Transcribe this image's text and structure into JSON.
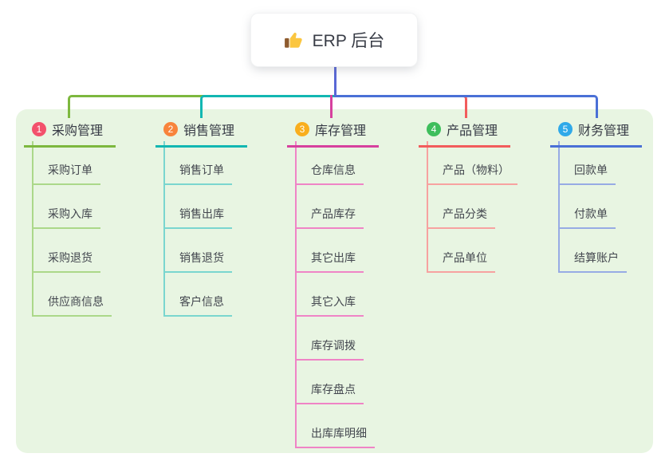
{
  "canvas": {
    "background": "#FFFFFF",
    "panel_background": "#E8F5E2"
  },
  "root": {
    "title": "ERP 后台",
    "icon": "thumbs-up-icon",
    "connector_color": "#5A68D6"
  },
  "branches": [
    {
      "number": "1",
      "label": "采购管理",
      "colors": {
        "badge": "#F3516C",
        "line": "#7DB83E",
        "child_line": "#ABD889"
      },
      "children": [
        "采购订单",
        "采购入库",
        "采购退货",
        "供应商信息"
      ]
    },
    {
      "number": "2",
      "label": "销售管理",
      "colors": {
        "badge": "#F8843C",
        "line": "#12B7B2",
        "child_line": "#7AD6CF"
      },
      "children": [
        "销售订单",
        "销售出库",
        "销售退货",
        "客户信息"
      ]
    },
    {
      "number": "3",
      "label": "库存管理",
      "colors": {
        "badge": "#F9AE1D",
        "line": "#D6419E",
        "child_line": "#EF84C6"
      },
      "children": [
        "仓库信息",
        "产品库存",
        "其它出库",
        "其它入库",
        "库存调拨",
        "库存盘点",
        "出库库明细"
      ]
    },
    {
      "number": "4",
      "label": "产品管理",
      "colors": {
        "badge": "#3EBE5C",
        "line": "#F25C5C",
        "child_line": "#F7A2A0"
      },
      "children": [
        "产品（物料）",
        "产品分类",
        "产品单位"
      ]
    },
    {
      "number": "5",
      "label": "财务管理",
      "colors": {
        "badge": "#2FA9E9",
        "line": "#4A70D6",
        "child_line": "#97ABE4"
      },
      "children": [
        "回款单",
        "付款单",
        "结算账户"
      ]
    }
  ]
}
